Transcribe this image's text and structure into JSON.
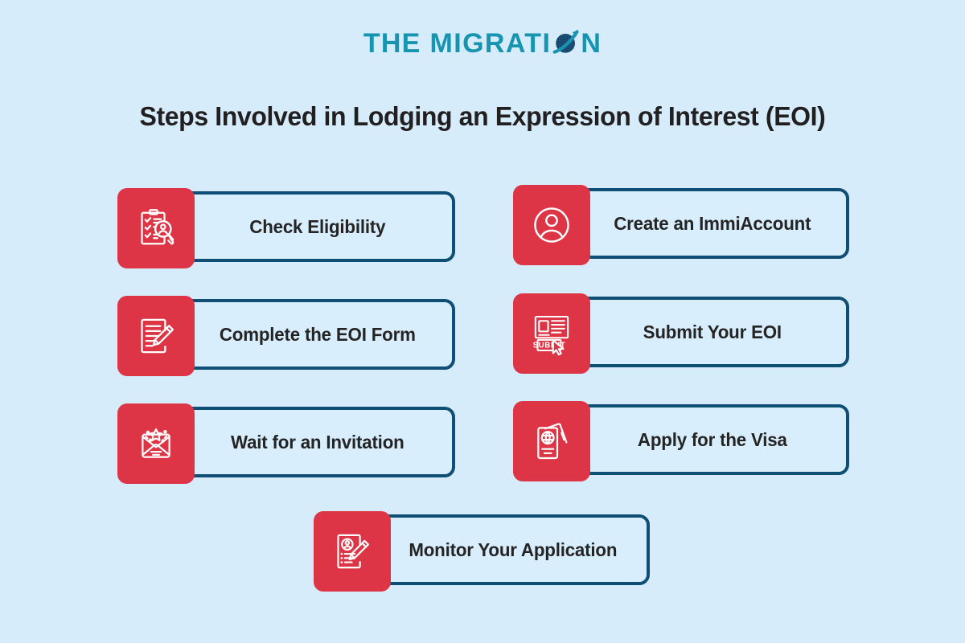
{
  "logo": {
    "word1": "THE",
    "word2": "MIGRATI",
    "word3": "N",
    "globe_icon": "globe-arrow-icon",
    "teal": "#1795b0",
    "navy": "#17456b"
  },
  "title": "Steps Involved in Lodging an Expression of Interest (EOI)",
  "colors": {
    "background": "#d7ecfb",
    "card_fill": "#d9eefc",
    "card_border": "#0f4f76",
    "icon_tile": "#dd3545",
    "title_text": "#221f20",
    "label_text": "#252425"
  },
  "steps": [
    {
      "label": "Check Eligibility",
      "icon": "checklist-search-person-icon"
    },
    {
      "label": "Create an ImmiAccount",
      "icon": "user-circle-icon"
    },
    {
      "label": "Complete the EOI Form",
      "icon": "document-pencil-icon"
    },
    {
      "label": "Submit Your EOI",
      "icon": "submit-form-cursor-icon"
    },
    {
      "label": "Wait for an Invitation",
      "icon": "envelope-star-icon"
    },
    {
      "label": "Apply for the Visa",
      "icon": "passport-globe-icon"
    },
    {
      "label": "Monitor Your Application",
      "icon": "application-person-pencil-icon"
    }
  ],
  "icon_text": {
    "submit_button": "SUBMIT"
  }
}
